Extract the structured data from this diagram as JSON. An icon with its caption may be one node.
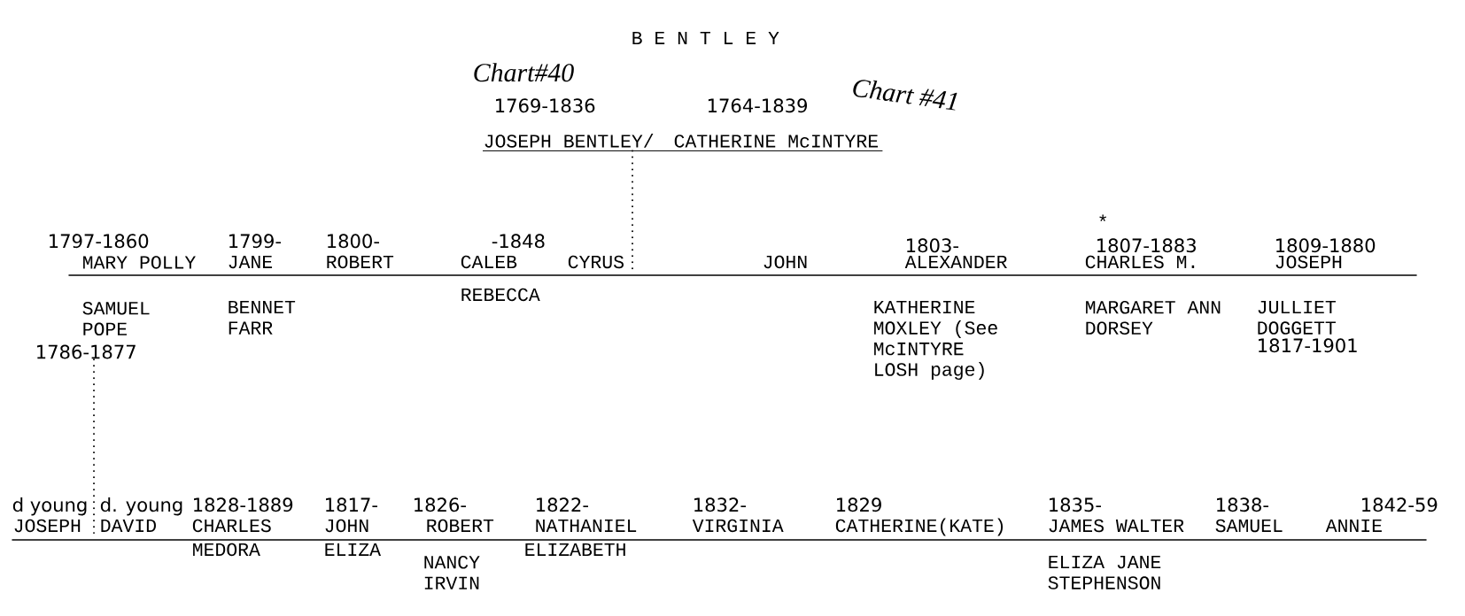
{
  "diagram": {
    "title": "B E N T L E Y",
    "nodes": [
      {
        "text": [
          "1769-1836",
          "1764-1839",
          "JOSEPH BENTLEY/",
          "CATHERINE McINTYRE"
        ]
      },
      {
        "text": [],
        "shape": "bar"
      },
      {
        "text": [
          "1797-1860",
          "MARY POLLY",
          "SAMUEL POPE",
          "1786-1877"
        ]
      },
      {
        "text": [],
        "shape": "bar"
      }
    ],
    "edges": [
      {
        "from": 0,
        "to": 1,
        "arrow": "none"
      },
      {
        "from": 2,
        "to": 3,
        "arrow": "none"
      }
    ],
    "labels": [
      "Chart#40",
      "Chart #41",
      "1799-",
      "JANE",
      "BENNET FARR",
      "1800-",
      "ROBERT",
      "-1848",
      "CALEB",
      "REBECCA",
      "CYRUS",
      "JOHN",
      "1803-",
      "ALEXANDER",
      "KATHERINE MOXLEY (See McINTYRE LOSH page)",
      "*",
      "1807-1883",
      "CHARLES M.",
      "MARGARET ANN DORSEY",
      "1809-1880",
      "JOSEPH",
      "JULLIET DOGGETT",
      "1817-1901",
      "d young",
      "JOSEPH",
      "d. young",
      "DAVID",
      "1828-1889",
      "CHARLES",
      "MEDORA",
      "1817-",
      "JOHN",
      "ELIZA",
      "1826-",
      "ROBERT",
      "NANCY IRVIN",
      "1822-",
      "NATHANIEL",
      "ELIZABETH",
      "1832-",
      "VIRGINIA",
      "1829",
      "CATHERINE(KATE)",
      "1835-",
      "JAMES WALTER",
      "ELIZA JANE STEPHENSON",
      "1838-",
      "SAMUEL",
      "1842-59",
      "ANNIE"
    ]
  }
}
